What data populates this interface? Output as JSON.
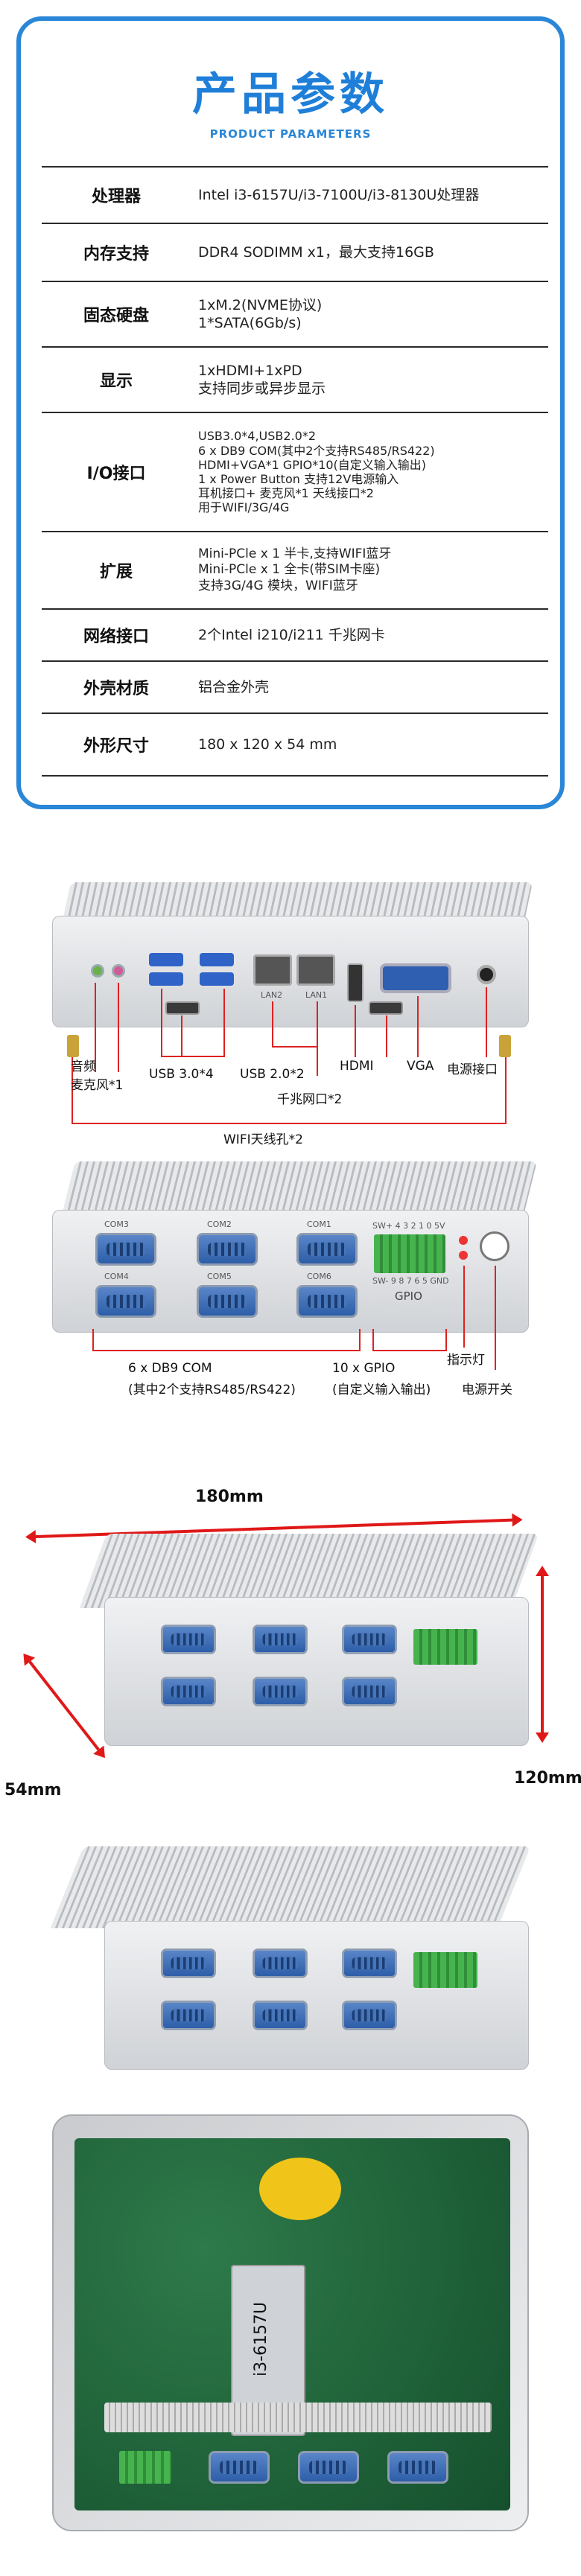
{
  "header": {
    "title": "产品参数",
    "subtitle": "PRODUCT PARAMETERS"
  },
  "specs": [
    {
      "label": "处理器",
      "lines": [
        "Intel i3-6157U/i3-7100U/i3-8130U处理器"
      ]
    },
    {
      "label": "内存支持",
      "lines": [
        "DDR4 SODIMM x1，最大支持16GB"
      ]
    },
    {
      "label": "固态硬盘",
      "lines": [
        "1xM.2(NVME协议)",
        "1*SATA(6Gb/s)"
      ]
    },
    {
      "label": "显示",
      "lines": [
        "1xHDMI+1xPD",
        "支持同步或异步显示"
      ]
    },
    {
      "label": "I/O接口",
      "lines": [
        "USB3.0*4,USB2.0*2",
        "6 x DB9 COM(其中2个支持RS485/RS422)",
        "HDMI+VGA*1 GPIO*10(自定义输入输出)",
        "1 x Power Button 支持12V电源输入",
        "耳机接口+ 麦克风*1 天线接口*2",
        "用于WIFI/3G/4G"
      ]
    },
    {
      "label": "扩展",
      "lines": [
        "Mini-PCle x 1 半卡,支持WIFI蓝牙",
        "Mini-PCle x 1 全卡(带SIM卡座)",
        "支持3G/4G 模块，WIFI蓝牙"
      ]
    },
    {
      "label": "网络接口",
      "lines": [
        "2个Intel i210/i211 千兆网卡"
      ]
    },
    {
      "label": "外壳材质",
      "lines": [
        "铝合金外壳"
      ]
    },
    {
      "label": "外形尺寸",
      "lines": [
        "180 x 120 x 54 mm"
      ]
    }
  ],
  "rear_panel": {
    "port_labels": {
      "audio": "音频",
      "mic": "麦克风*1",
      "usb3": "USB 3.0*4",
      "usb2": "USB 2.0*2",
      "lan": "千兆网口*2",
      "hdmi": "HDMI",
      "vga": "VGA",
      "power": "电源接口",
      "wifi": "WIFI天线孔*2",
      "lan1": "LAN1",
      "lan2": "LAN2"
    }
  },
  "front_panel": {
    "com_labels": [
      "COM3",
      "COM2",
      "COM1",
      "COM4",
      "COM5",
      "COM6"
    ],
    "gpio_top": "SW+ 4 3 2 1 0 5V",
    "gpio_bottom": "SW- 9 8 7 6 5 GND",
    "gpio_title": "GPIO",
    "callouts": {
      "com": "6 x DB9 COM",
      "com_note": "(其中2个支持RS485/RS422)",
      "gpio": "10 x GPIO",
      "gpio_note": "(自定义输入输出)",
      "led": "指示灯",
      "power": "电源开关"
    }
  },
  "dimensions": {
    "length": "180mm",
    "height": "120mm",
    "depth": "54mm"
  },
  "board": {
    "cpu_label": "i3-6157U"
  }
}
